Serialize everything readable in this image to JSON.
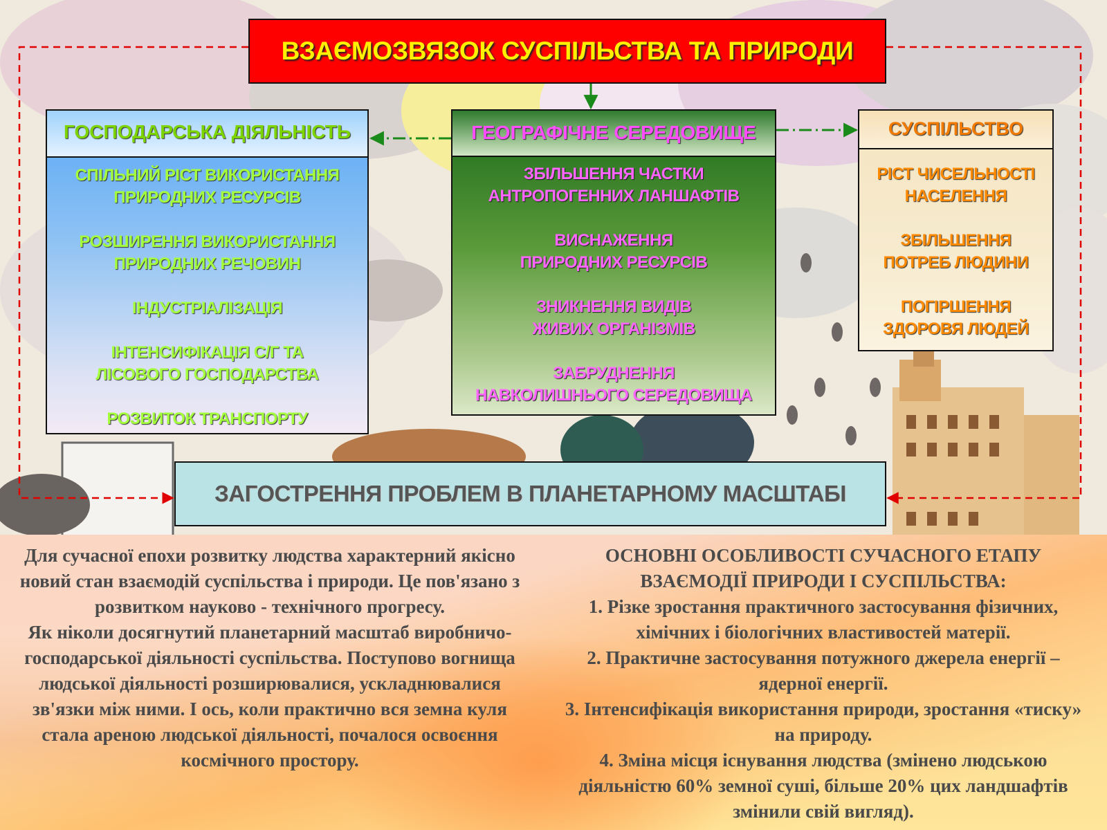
{
  "title": "ВЗАЄМОЗВЯЗОК СУСПІЛЬСТВА ТА ПРИРОДИ",
  "economic": {
    "header": "ГОСПОДАРСЬКА  ДІЯЛЬНІСТЬ",
    "items": [
      [
        "СПІЛЬНИЙ РІСТ ВИКОРИСТАННЯ",
        "ПРИРОДНИХ РЕСУРСІВ"
      ],
      [
        "РОЗШИРЕННЯ ВИКОРИСТАННЯ",
        "ПРИРОДНИХ РЕЧОВИН"
      ],
      [
        "ІНДУСТРІАЛІЗАЦІЯ"
      ],
      [
        "ІНТЕНСИФІКАЦІЯ С/Г ТА",
        "ЛІСОВОГО ГОСПОДАРСТВА"
      ],
      [
        "РОЗВИТОК ТРАНСПОРТУ"
      ]
    ]
  },
  "geographic": {
    "header": "ГЕОГРАФІЧНЕ  СЕРЕДОВИЩЕ",
    "items": [
      [
        "ЗБІЛЬШЕННЯ ЧАСТКИ",
        "АНТРОПОГЕННИХ ЛАНШАФТІВ"
      ],
      [
        "ВИСНАЖЕННЯ",
        "ПРИРОДНИХ РЕСУРСІВ"
      ],
      [
        "ЗНИКНЕННЯ ВИДІВ",
        "ЖИВИХ ОРГАНІЗМІВ"
      ],
      [
        "ЗАБРУДНЕННЯ",
        "НАВКОЛИШНЬОГО СЕРЕДОВИЩА"
      ]
    ]
  },
  "society": {
    "header": "СУСПІЛЬСТВО",
    "items": [
      [
        "РІСТ ЧИСЕЛЬНОСТІ",
        "НАСЕЛЕННЯ"
      ],
      [
        "ЗБІЛЬШЕННЯ",
        "ПОТРЕБ ЛЮДИНИ"
      ],
      [
        "ПОГІРШЕННЯ",
        "ЗДОРОВЯ ЛЮДЕЙ"
      ]
    ]
  },
  "problem": "ЗАГОСТРЕННЯ ПРОБЛЕМ В ПЛАНЕТАРНОМУ МАСШТАБІ",
  "left_text": {
    "p1": "Для сучасної епохи розвитку людства характерний якісно новий стан взаємодій суспільства і природи. Це пов'язано з розвитком науково - технічного прогресу.",
    "p2": "Як ніколи досягнутий планетарний масштаб виробничо-господарської діяльності суспільства. Поступово вогнища людської діяльності розширювалися, ускладнювалися зв'язки між ними. І ось, коли практично вся земна куля стала ареною людської діяльності, почалося освоєння космічного простору."
  },
  "right_text": {
    "heading": "ОСНОВНІ ОСОБЛИВОСТІ СУЧАСНОГО ЕТАПУ ВЗАЄМОДІЇ ПРИРОДИ І СУСПІЛЬСТВА:",
    "items": [
      "1. Різке зростання практичного застосування фізичних, хімічних і біологічних властивостей матерії.",
      "2. Практичне застосування потужного джерела енергії – ядерної енергії.",
      "3. Інтенсифікація використання природи, зростання «тиску» на природу.",
      "4. Зміна місця існування людства (змінено людською діяльністю 60% земної суші, більше 20% цих ландшафтів змінили свій вигляд)."
    ]
  },
  "colors": {
    "title_bg": "#ff0000",
    "title_text": "#ffef00",
    "economic_text": "#a4ff3c",
    "geographic_text": "#ff66ff",
    "society_text": "#ff8a00",
    "problem_bg": "#b9e3e5",
    "dashed_arrow": "#e00000",
    "green_arrow": "#1a8a1a"
  }
}
